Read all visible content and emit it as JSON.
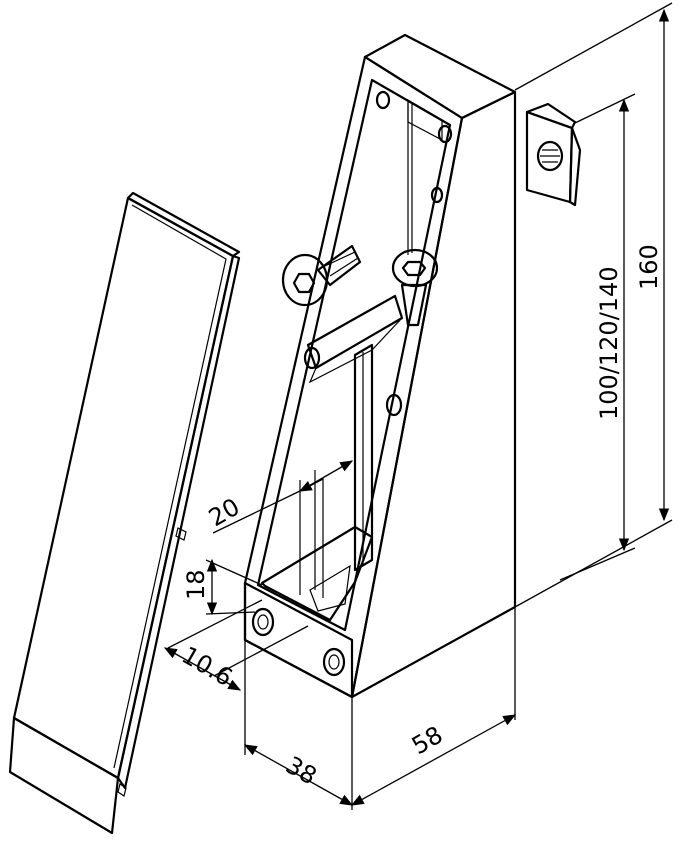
{
  "drawing": {
    "parts": [
      {
        "name": "bracket-body",
        "color": "#dcdde0"
      },
      {
        "name": "cover-cap",
        "color": "#d8d9dc"
      },
      {
        "name": "button-head-screw"
      },
      {
        "name": "t-slot-nut"
      }
    ],
    "dimensions": {
      "height": "160",
      "height_variants": "100/120/140",
      "width": "58",
      "depth": "38",
      "slot_width": "20",
      "slot_height": "18",
      "hole_offset": "10.6"
    }
  }
}
